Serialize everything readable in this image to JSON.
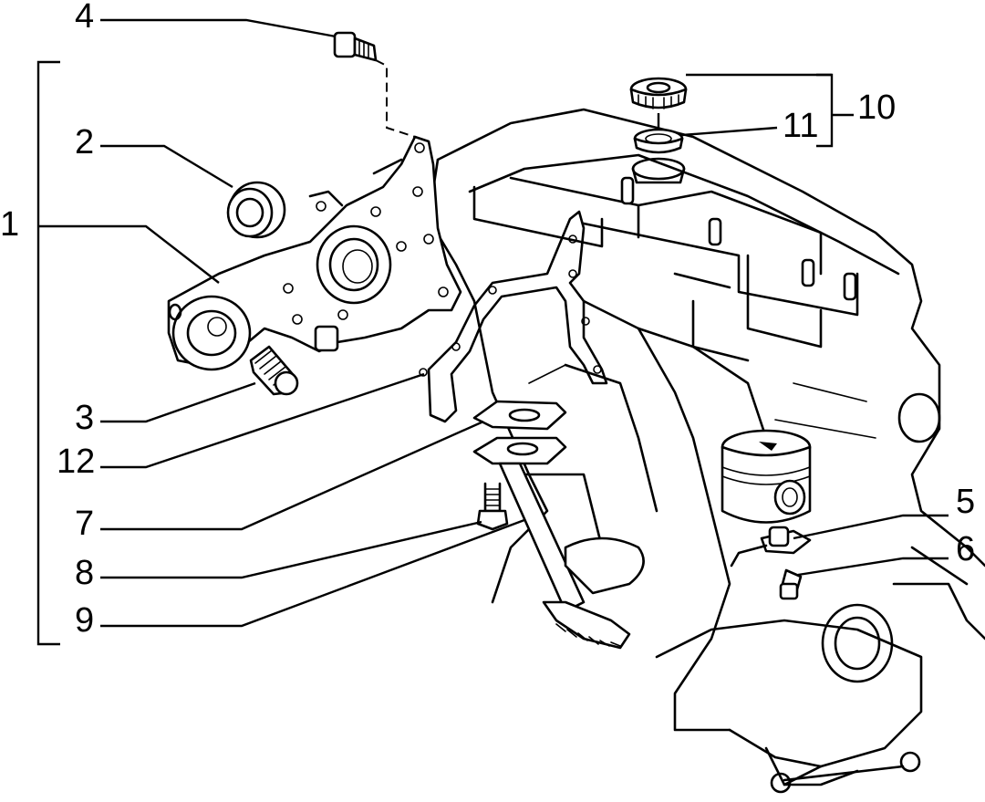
{
  "diagram": {
    "callouts": [
      {
        "id": "c1",
        "label": "1"
      },
      {
        "id": "c2",
        "label": "2"
      },
      {
        "id": "c3",
        "label": "3"
      },
      {
        "id": "c4",
        "label": "4"
      },
      {
        "id": "c5",
        "label": "5"
      },
      {
        "id": "c6",
        "label": "6"
      },
      {
        "id": "c7",
        "label": "7"
      },
      {
        "id": "c8",
        "label": "8"
      },
      {
        "id": "c9",
        "label": "9"
      },
      {
        "id": "c10",
        "label": "10"
      },
      {
        "id": "c11",
        "label": "11"
      },
      {
        "id": "c12",
        "label": "12"
      }
    ]
  },
  "colors": {
    "ink": "#000000",
    "paper": "#ffffff"
  }
}
